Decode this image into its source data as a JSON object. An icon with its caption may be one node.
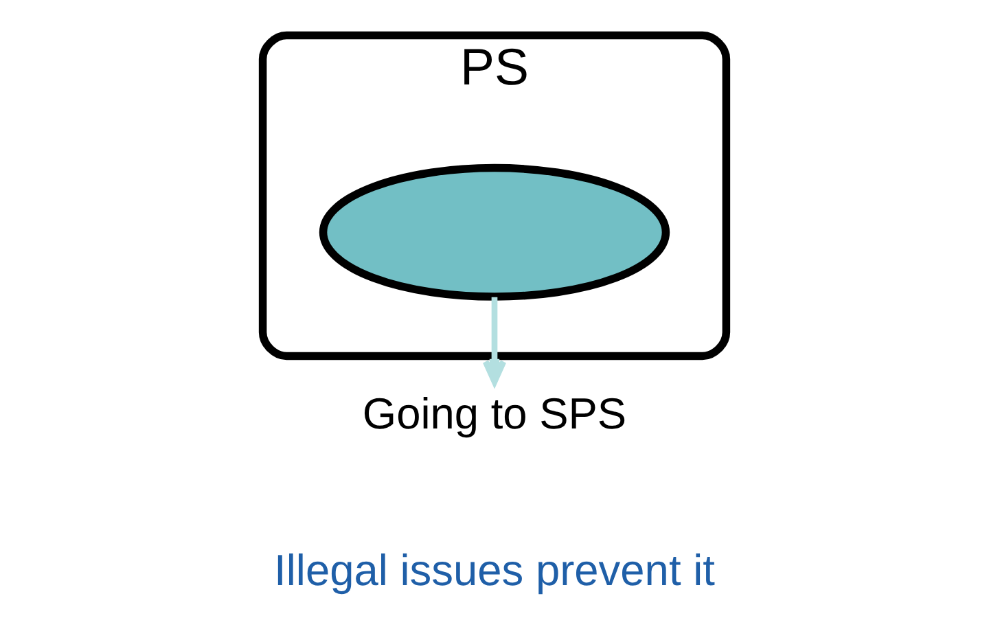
{
  "diagram": {
    "nodes": [
      {
        "text": [
          "PS"
        ]
      },
      {
        "text": [],
        "shape": "ellipse",
        "in": 0
      },
      {
        "text": [
          "Going to SPS"
        ]
      }
    ],
    "edges": [
      {
        "from": 1,
        "to": 2,
        "arrow": "to",
        "color": "#b3dfe0"
      }
    ],
    "labels": [
      "Illegal issues prevent it"
    ]
  }
}
